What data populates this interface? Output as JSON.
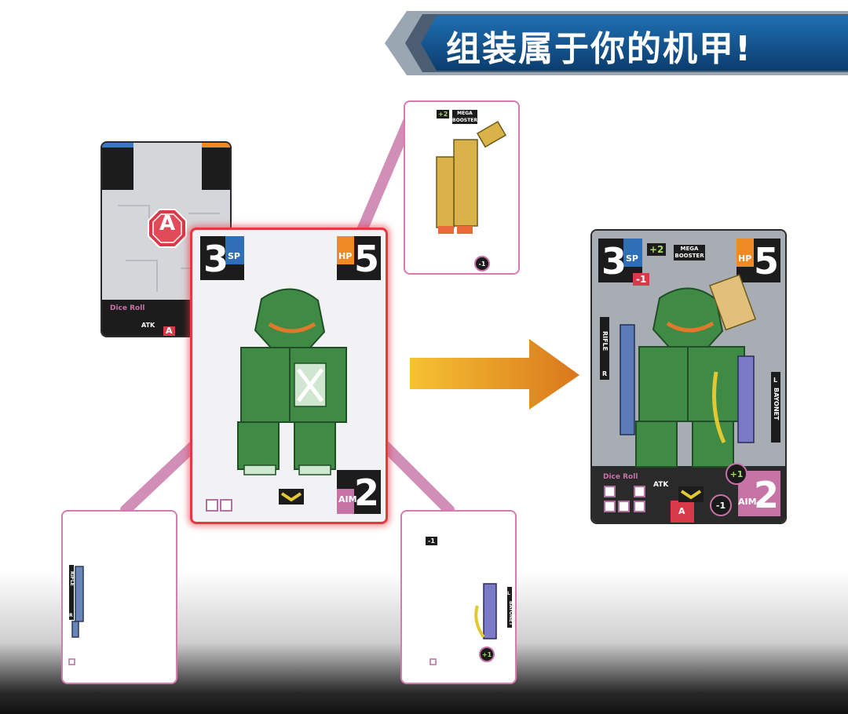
{
  "banner": {
    "title": "组装属于你的机甲!"
  },
  "colors": {
    "banner_blue": "#0f4f8c",
    "card_pink": "#d77ab2",
    "mech_green": "#3f8a45",
    "arrow_orange": "#e88a1c"
  },
  "action_card": {
    "letter": "A",
    "label": "Dice Roll",
    "stat": "ATK",
    "footer": "A"
  },
  "mech_card": {
    "speed": "3",
    "speed_label": "SP",
    "hp": "5",
    "hp_label": "HP",
    "aim": "2",
    "aim_label": "AIM"
  },
  "booster_card": {
    "modifier": "+2",
    "name": "MEGA BOOSTER",
    "penalty": "-1"
  },
  "rifle_card": {
    "name": "RIFLE",
    "side": "R"
  },
  "bayonet_card": {
    "modifier": "-1",
    "name": "BAYONET",
    "side": "L",
    "bonus": "+1"
  },
  "result_card": {
    "speed": "3",
    "speed_label": "SP",
    "hp": "5",
    "hp_label": "HP",
    "aim": "2",
    "aim_label": "AIM",
    "booster_mod": "+2",
    "booster_name": "MEGA BOOSTER",
    "speed_penalty": "-1",
    "rifle": "RIFLE",
    "rifle_side": "R",
    "bayonet": "BAYONET",
    "bayonet_side": "L",
    "dice_label": "Dice Roll",
    "atk_label": "ATK",
    "footer": "A",
    "aim_bonus": "+1",
    "aim_penalty": "-1"
  }
}
